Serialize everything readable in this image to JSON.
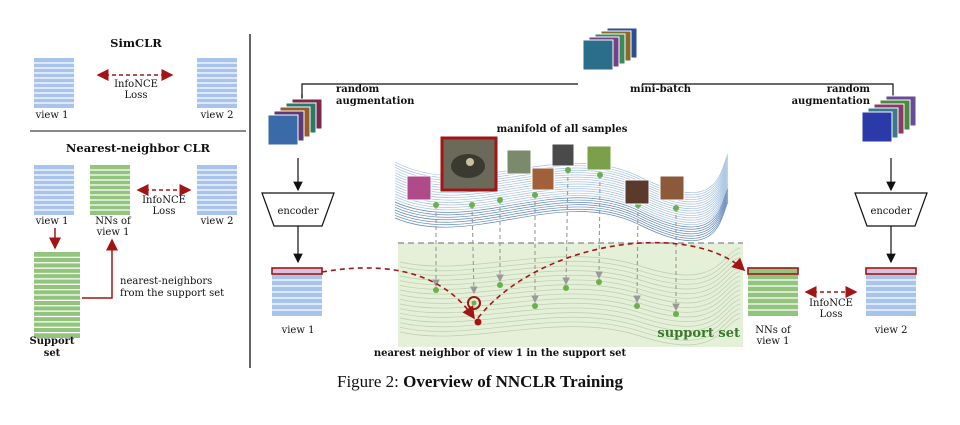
{
  "left_panel": {
    "simclr_title": "SimCLR",
    "simclr_loss_line1": "InfoNCE",
    "simclr_loss_line2": "Loss",
    "view1": "view 1",
    "view2": "view 2",
    "nnclr_title": "Nearest-neighbor CLR",
    "nns_line1": "NNs of",
    "nns_line2": "view 1",
    "nn_loss_line1": "InfoNCE",
    "nn_loss_line2": "Loss",
    "support_line1": "Support",
    "support_line2": "set",
    "nn_from_line1": "nearest-neighbors",
    "nn_from_line2": "from the support set"
  },
  "main_panel": {
    "mini_batch": "mini-batch",
    "random_aug_left_line1": "random",
    "random_aug_left_line2": "augmentation",
    "random_aug_right_line1": "random",
    "random_aug_right_line2": "augmentation",
    "encoder_left": "encoder",
    "encoder_right": "encoder",
    "manifold": "manifold of  all samples",
    "view1": "view 1",
    "view2": "view 2",
    "nns_line1": "NNs of",
    "nns_line2": "view 1",
    "loss_line1": "InfoNCE",
    "loss_line2": "Loss",
    "support_set": "support set",
    "nearest_neighbor_caption": "nearest neighbor of view 1 in the support set"
  },
  "caption": {
    "prefix": "Figure 2: ",
    "title": "Overview of NNCLR Training"
  },
  "colors": {
    "blue_stack": "#a9c4ec",
    "green_stack": "#93c47d",
    "dashed_red": "#a31515",
    "highlight_border": "#a31515",
    "support_bg": "#e4f0d8",
    "support_text": "#3a7a2a",
    "manifold": "#6f9fcf",
    "point_green": "#6ab04c"
  }
}
